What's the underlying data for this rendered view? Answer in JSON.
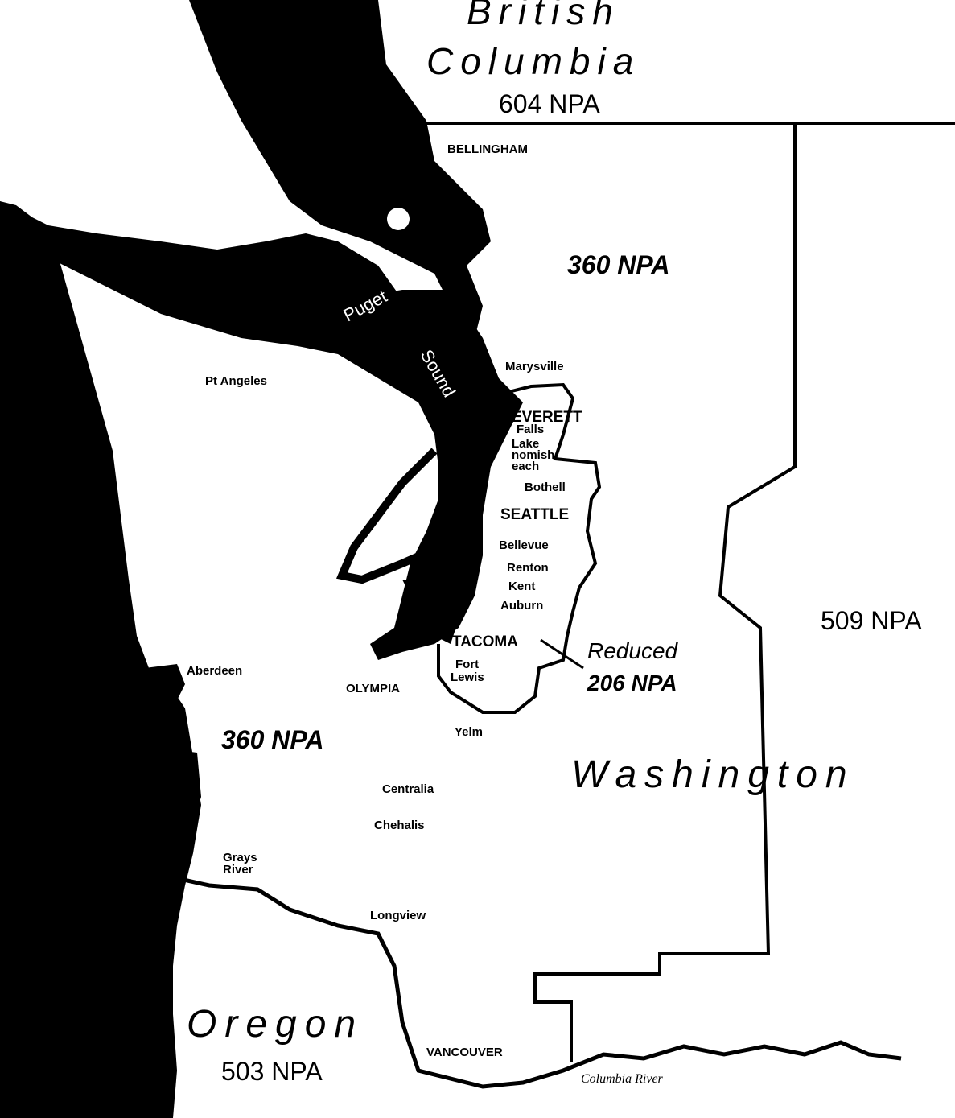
{
  "regions": {
    "british_columbia_line1": "British",
    "british_columbia_line2": "Columbia",
    "washington": "Washington",
    "oregon": "Oregon"
  },
  "npa": {
    "bc": "604 NPA",
    "north": "360 NPA",
    "southwest": "360  NPA",
    "east": "509 NPA",
    "oregon": "503  NPA",
    "reduced_line1": "Reduced",
    "reduced_line2": "206 NPA"
  },
  "water": {
    "puget": "Puget",
    "sound": "Sound",
    "columbia_river": "Columbia River"
  },
  "cities": {
    "bellingham": "BELLINGHAM",
    "port_angeles": "Pt Angeles",
    "marysville": "Marysville",
    "everett": "EVERETT",
    "falls": "Falls",
    "lake": "Lake",
    "snohomish": "nomish",
    "beach": "each",
    "bothell": "Bothell",
    "seattle": "SEATTLE",
    "bellevue": "Bellevue",
    "renton": "Renton",
    "kent": "Kent",
    "auburn": "Auburn",
    "tacoma": "TACOMA",
    "fort": "Fort",
    "lewis": "Lewis",
    "olympia": "OLYMPIA",
    "aberdeen": "Aberdeen",
    "yelm": "Yelm",
    "centralia": "Centralia",
    "chehalis": "Chehalis",
    "grays": "Grays",
    "river": "River",
    "longview": "Longview",
    "vancouver": "VANCOUVER"
  },
  "colors": {
    "land": "#ffffff",
    "water": "#000000",
    "boundary": "#000000"
  }
}
